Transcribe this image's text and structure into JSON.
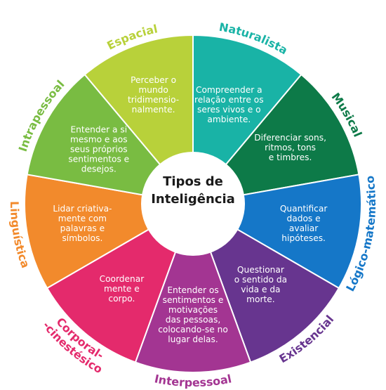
{
  "title_lines": [
    "Tipos de",
    "Inteligência"
  ],
  "segments": [
    {
      "name": "Naturalista",
      "color": "#19b3a6",
      "lines": [
        "Compreender a",
        "relação entre os",
        "seres vivos e o",
        "ambiente."
      ]
    },
    {
      "name": "Musical",
      "color": "#0d7a48",
      "lines": [
        "Diferenciar sons,",
        "ritmos, tons",
        "e timbres."
      ]
    },
    {
      "name": "Lógico-matemático",
      "color": "#1577c8",
      "lines": [
        "Quantificar",
        "dados e",
        "avaliar",
        "hipóteses."
      ]
    },
    {
      "name": "Existencial",
      "color": "#67358f",
      "lines": [
        "Questionar",
        "o sentido da",
        "vida e da",
        "morte."
      ]
    },
    {
      "name": "Interpessoal",
      "color": "#a33592",
      "lines": [
        "Entender os",
        "sentimentos e",
        "motivações",
        "das pessoas,",
        "colocando-se no",
        "lugar delas."
      ]
    },
    {
      "name": "Corporal-cinestésico",
      "name_lines": [
        "Corporal-",
        "-cinestésico"
      ],
      "color": "#e42a6c",
      "lines": [
        "Coordenar",
        "mente e",
        "corpo."
      ]
    },
    {
      "name": "Linguística",
      "color": "#f28a2c",
      "lines": [
        "Lidar criativa-",
        "mente com",
        "palavras e",
        "símbolos."
      ]
    },
    {
      "name": "Intrapessoal",
      "color": "#79bc42",
      "lines": [
        "Entender a si",
        "mesmo e aos",
        "seus próprios",
        "sentimentos e",
        "desejos."
      ]
    },
    {
      "name": "Espacial",
      "color": "#b8d13a",
      "lines": [
        "Perceber o",
        "mundo",
        "tridimensio-",
        "nalmente."
      ]
    }
  ]
}
